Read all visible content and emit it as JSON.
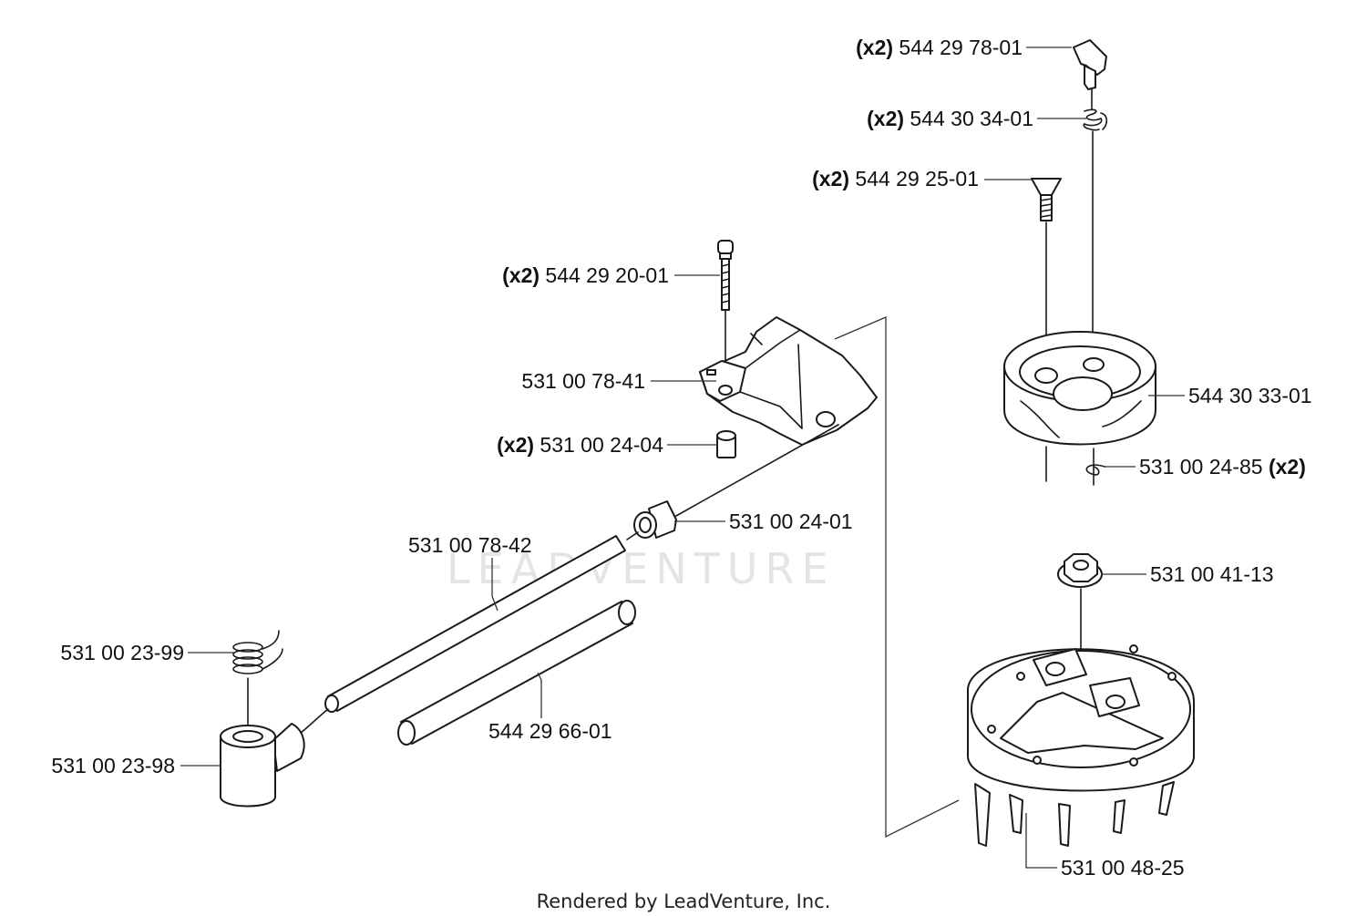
{
  "watermark": "LEADVENTURE",
  "footer": "Rendered by LeadVenture, Inc.",
  "callouts": [
    {
      "id": "lever",
      "qty": "(x2)",
      "part": "544 29 78-01"
    },
    {
      "id": "spring-small",
      "qty": "(x2)",
      "part": "544 30 34-01"
    },
    {
      "id": "screw-countersunk",
      "qty": "(x2)",
      "part": "544 29 25-01"
    },
    {
      "id": "screw-long",
      "qty": "(x2)",
      "part": "544 29 20-01"
    },
    {
      "id": "housing",
      "qty": "",
      "part": "531 00 78-41"
    },
    {
      "id": "sleeve",
      "qty": "(x2)",
      "part": "531 00 24-04"
    },
    {
      "id": "bushing",
      "qty": "",
      "part": "531 00 24-01"
    },
    {
      "id": "tube-upper",
      "qty": "",
      "part": "531 00 78-42"
    },
    {
      "id": "spring-coil",
      "qty": "",
      "part": "531 00 23-99"
    },
    {
      "id": "tube-lower",
      "qty": "",
      "part": "544 29 66-01"
    },
    {
      "id": "holder",
      "qty": "",
      "part": "531 00 23-98"
    },
    {
      "id": "pawl-carrier",
      "qty": "",
      "part": "544 30 33-01"
    },
    {
      "id": "clip",
      "qty": "(x2)",
      "part": "531 00 24-85"
    },
    {
      "id": "nut",
      "qty": "",
      "part": "531 00 41-13"
    },
    {
      "id": "flywheel",
      "qty": "",
      "part": "531 00 48-25"
    }
  ]
}
